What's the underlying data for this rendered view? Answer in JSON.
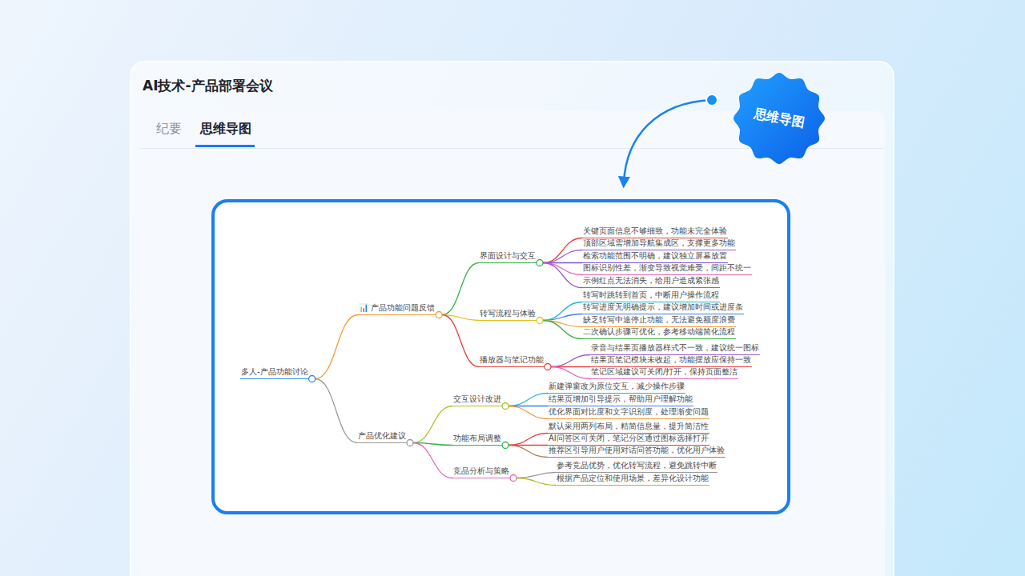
{
  "diagram": {
    "title": "AI技术-产品部署会议",
    "nodes": [
      {
        "text": [
          "思维导图"
        ]
      },
      {
        "text": [
          "多人-产品功能讨论"
        ]
      },
      {
        "text": [
          "📊 产品功能问题反馈"
        ]
      },
      {
        "text": [
          "界面设计与交互"
        ]
      },
      {
        "text": [
          "关键页面信息不够细致，功能未完全体验"
        ]
      },
      {
        "text": [
          "顶部区域需增加导航集成区，支撑更多功能"
        ]
      },
      {
        "text": [
          "检索功能范围不明确，建议独立屏幕放置"
        ]
      },
      {
        "text": [
          "图标识别性差，渐变导致视觉难受，间距不统一"
        ]
      },
      {
        "text": [
          "示例红点无法消失，给用户造成紧张感"
        ]
      },
      {
        "text": [
          "转写流程与体验"
        ]
      },
      {
        "text": [
          "转写时跳转到首页，中断用户操作流程"
        ]
      },
      {
        "text": [
          "转写进度无明确提示，建议增加时间或进度条"
        ]
      },
      {
        "text": [
          "缺乏转写中途停止功能，无法避免额度浪费"
        ]
      },
      {
        "text": [
          "二次确认步骤可优化，参考移动端简化流程"
        ]
      },
      {
        "text": [
          "播放器与笔记功能"
        ]
      },
      {
        "text": [
          "录音与结果页播放器样式不一致，建议统一图标"
        ]
      },
      {
        "text": [
          "结果页笔记模块未收起，功能摆放应保持一致"
        ]
      },
      {
        "text": [
          "笔记区域建议可关闭/打开，保持页面整洁"
        ]
      },
      {
        "text": [
          "产品优化建议"
        ]
      },
      {
        "text": [
          "交互设计改进"
        ]
      },
      {
        "text": [
          "新建弹窗改为原位交互，减少操作步骤"
        ]
      },
      {
        "text": [
          "结果页增加引导提示，帮助用户理解功能"
        ]
      },
      {
        "text": [
          "优化界面对比度和文字识别度，处理渐变问题"
        ]
      },
      {
        "text": [
          "功能布局调整"
        ]
      },
      {
        "text": [
          "默认采用两列布局，精简信息量，提升简洁性"
        ]
      },
      {
        "text": [
          "AI问答区可关闭，笔记分区通过图标选择打开"
        ]
      },
      {
        "text": [
          "推荐区引导用户使用对话问答功能，优化用户体验"
        ]
      },
      {
        "text": [
          "竞品分析与策略"
        ]
      },
      {
        "text": [
          "参考竞品优势，优化转写流程，避免跳转中断"
        ]
      },
      {
        "text": [
          "根据产品定位和使用场景，差异化设计功能"
        ]
      }
    ],
    "edges": [
      {
        "from": 1,
        "to": 2,
        "arrow": "none"
      },
      {
        "from": 2,
        "to": 3,
        "arrow": "none"
      },
      {
        "from": 3,
        "to": 4,
        "arrow": "none"
      },
      {
        "from": 3,
        "to": 5,
        "arrow": "none"
      },
      {
        "from": 3,
        "to": 6,
        "arrow": "none"
      },
      {
        "from": 3,
        "to": 7,
        "arrow": "none"
      },
      {
        "from": 3,
        "to": 8,
        "arrow": "none"
      },
      {
        "from": 2,
        "to": 9,
        "arrow": "none"
      },
      {
        "from": 9,
        "to": 10,
        "arrow": "none"
      },
      {
        "from": 9,
        "to": 11,
        "arrow": "none"
      },
      {
        "from": 9,
        "to": 12,
        "arrow": "none"
      },
      {
        "from": 9,
        "to": 13,
        "arrow": "none"
      },
      {
        "from": 2,
        "to": 14,
        "arrow": "none"
      },
      {
        "from": 14,
        "to": 15,
        "arrow": "none"
      },
      {
        "from": 14,
        "to": 16,
        "arrow": "none"
      },
      {
        "from": 14,
        "to": 17,
        "arrow": "none"
      },
      {
        "from": 1,
        "to": 18,
        "arrow": "none"
      },
      {
        "from": 18,
        "to": 19,
        "arrow": "none"
      },
      {
        "from": 19,
        "to": 20,
        "arrow": "none"
      },
      {
        "from": 19,
        "to": 21,
        "arrow": "none"
      },
      {
        "from": 19,
        "to": 22,
        "arrow": "none"
      },
      {
        "from": 18,
        "to": 23,
        "arrow": "none"
      },
      {
        "from": 23,
        "to": 24,
        "arrow": "none"
      },
      {
        "from": 23,
        "to": 25,
        "arrow": "none"
      },
      {
        "from": 23,
        "to": 26,
        "arrow": "none"
      },
      {
        "from": 18,
        "to": 27,
        "arrow": "none"
      },
      {
        "from": 27,
        "to": 28,
        "arrow": "none"
      },
      {
        "from": 27,
        "to": 29,
        "arrow": "none"
      }
    ],
    "labels": [
      "纪要",
      "思维导图"
    ]
  }
}
